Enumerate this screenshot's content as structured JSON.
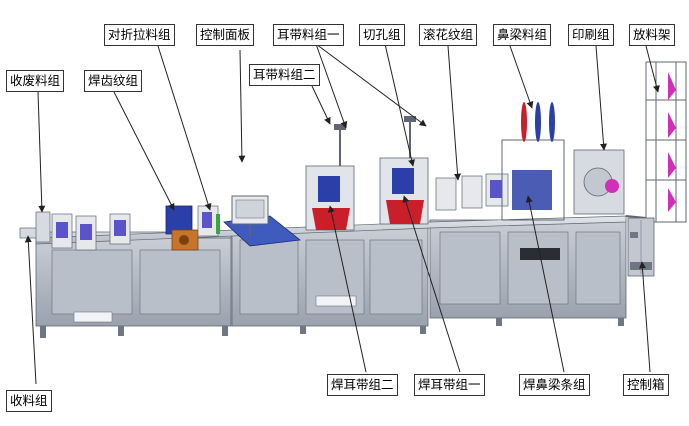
{
  "labels": {
    "duizhe": "对折拉料组",
    "kongzhi_mianban": "控制面板",
    "erdai_1": "耳带料组一",
    "qiekong": "切孔组",
    "gunhua": "滚花纹组",
    "biliang": "鼻梁料组",
    "yinshua": "印刷组",
    "fangliao_jia": "放料架",
    "shoufei": "收废料组",
    "hanchi": "焊齿纹组",
    "erdai_2": "耳带料组二",
    "shouliao": "收料组",
    "han_erdai_2": "焊耳带组二",
    "han_erdai_1": "焊耳带组一",
    "han_biliang": "焊鼻梁条组",
    "kongzhi_xiang": "控制箱"
  },
  "colors": {
    "frame": "#a9b0bb",
    "frame_dark": "#6f7785",
    "accent_blue": "#2b3fa8",
    "accent_red": "#c81f2a",
    "accent_magenta": "#d22fb8",
    "accent_orange": "#c8742a",
    "leader": "#222222"
  }
}
